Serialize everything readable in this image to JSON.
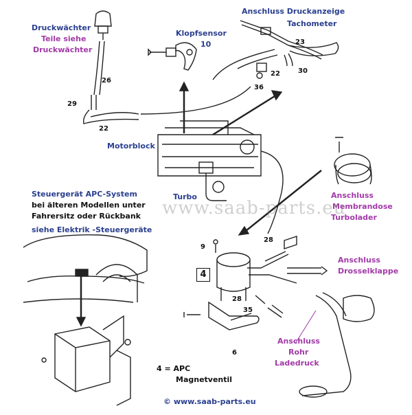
{
  "labels": {
    "druckwaechter": "Druckwächter",
    "teile_siehe": "Teile siehe",
    "druckwaechter2": "Druckwächter",
    "klopfsensor": "Klopfsensor",
    "klopf_num": "10",
    "anschluss_druckanzeige": "Anschluss  Druckanzeige",
    "tachometer": "Tachometer",
    "motorblock": "Motorblock",
    "turbo": "Turbo",
    "steuergeraet_1": "Steuergerät  APC-System",
    "steuergeraet_2": "bei älteren Modellen unter",
    "steuergeraet_3": "Fahrersitz oder Rückbank",
    "steuergeraet_4": "siehe Elektrik -Steuergeräte",
    "anschluss_membrandose_1": "Anschluss",
    "anschluss_membrandose_2": "Membrandose",
    "anschluss_membrandose_3": "Turbolader",
    "anschluss_drossel_1": "Anschluss",
    "anschluss_drossel_2": "Drosselklappe",
    "anschluss_rohr_1": "Anschluss",
    "anschluss_rohr_2": "Rohr",
    "anschluss_rohr_3": "Ladedruck",
    "apc_1": "4 =  APC",
    "apc_2": "Magnetventil"
  },
  "watermark": "www.saab-parts.eu",
  "footer": "© www.saab-parts.eu",
  "part_numbers": {
    "n26": "26",
    "n29": "29",
    "n22a": "22",
    "n23": "23",
    "n22b": "22",
    "n30": "30",
    "n36": "36",
    "n9": "9",
    "n28a": "28",
    "n4": "4",
    "n28b": "28",
    "n35": "35",
    "n6": "6"
  },
  "colors": {
    "blue_label": "#2a3f8f",
    "purple_label": "#a23aa8",
    "line": "#222222"
  }
}
